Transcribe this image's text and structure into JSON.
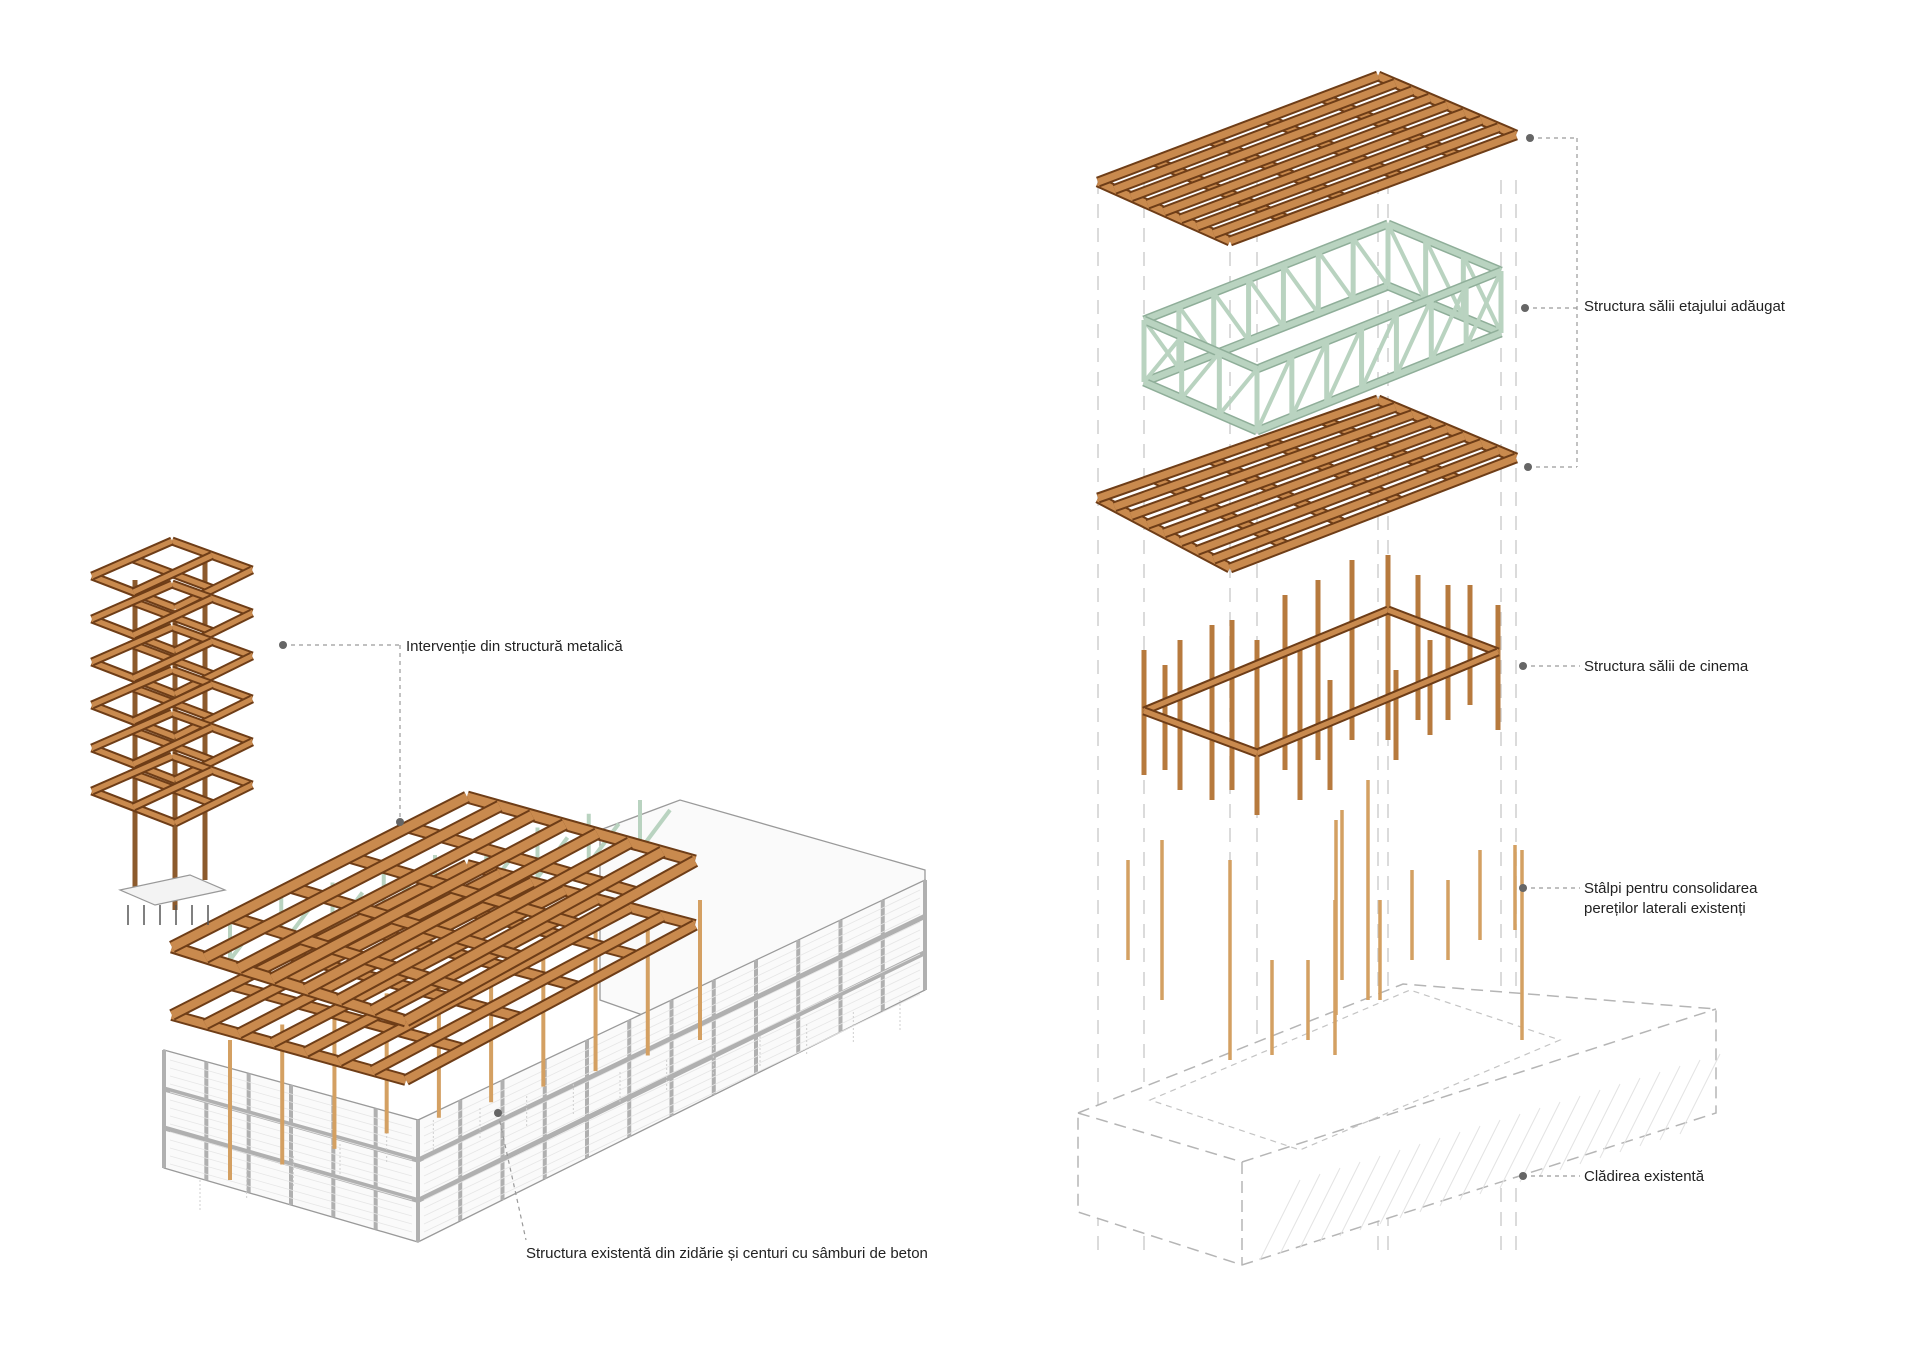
{
  "labels": {
    "metal_intervention": "Intervenție din structură metalică",
    "existing_structure": "Structura existentă din zidărie și centuri cu sâmburi de beton",
    "added_floor_hall": "Structura sălii etajului adăugat",
    "cinema_hall": "Structura sălii de cinema",
    "pillars_line1": "Stâlpi pentru consolidarea",
    "pillars_line2": "pereților laterali existenți",
    "existing_building": "Clădirea existentă"
  },
  "colors": {
    "timber": "#a0622e",
    "timber_light": "#c98a4e",
    "truss": "#b9d3c0",
    "masonry": "#bdbdbd",
    "leader": "#9a9a9a",
    "dot": "#666666"
  }
}
